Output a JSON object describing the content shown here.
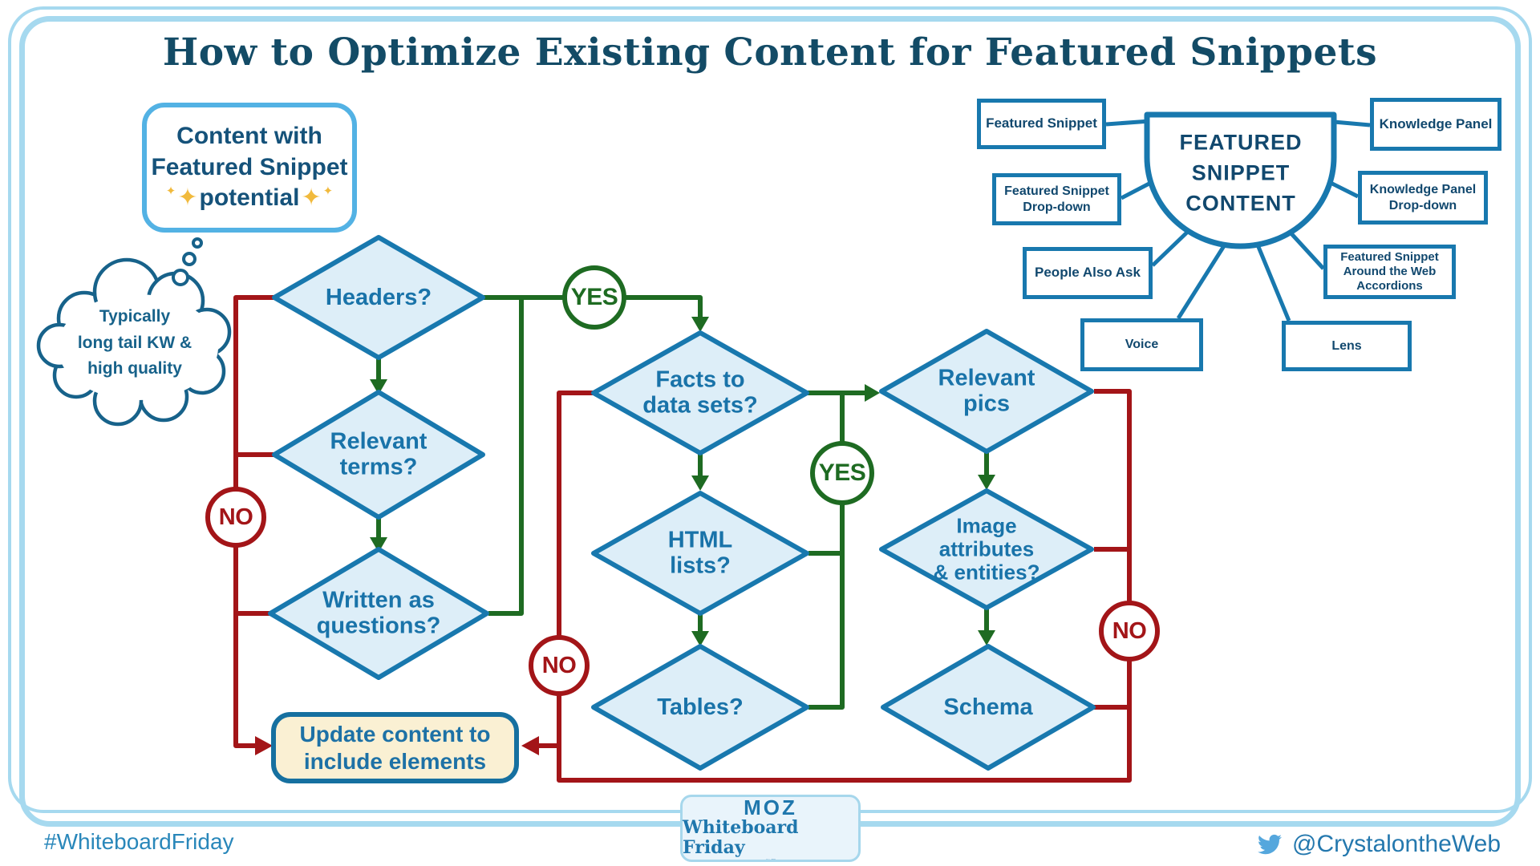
{
  "title": "How to Optimize Existing Content for Featured Snippets",
  "start_note": {
    "line1": "Content with",
    "line2": "Featured Snippet",
    "word": "potential",
    "sparkle_big": "✦",
    "sparkle_small": "✦"
  },
  "cloud_note": "Typically\nlong tail KW &\nhigh quality",
  "decisions": {
    "headers": "Headers?",
    "relevant_terms": "Relevant\nterms?",
    "written_as_questions": "Written as\nquestions?",
    "facts_to_data_sets": "Facts to\ndata sets?",
    "html_lists": "HTML\nlists?",
    "tables": "Tables?",
    "relevant_pics": "Relevant\npics",
    "image_attributes": "Image\nattributes\n& entities?",
    "schema": "Schema"
  },
  "branch_labels": {
    "yes": "YES",
    "no": "NO"
  },
  "update_box": {
    "line1": "Update content to",
    "emphasis": "include",
    "rest": " elements"
  },
  "mindmap": {
    "center": "FEATURED\nSNIPPET\nCONTENT",
    "featured_snippet": "Featured Snippet",
    "knowledge_panel": "Knowledge Panel",
    "featured_snippet_dropdown": "Featured Snippet\nDrop-down",
    "knowledge_panel_dropdown": "Knowledge Panel\nDrop-down",
    "people_also_ask": "People Also Ask",
    "around_the_web_accordions": "Featured Snippet\nAround the Web\nAccordions",
    "voice": "Voice",
    "lens": "Lens"
  },
  "footer": {
    "hashtag": "#WhiteboardFriday",
    "brand": "MOZ",
    "series": "Whiteboard Friday",
    "handle": "@CrystalontheWeb"
  },
  "colors": {
    "diagram_blue": "#1878ae",
    "diamond_fill": "#ddeef8",
    "yes_green": "#1e6b22",
    "no_red": "#a31518",
    "navy_text": "#11486e",
    "note_border_blue": "#53b2e4",
    "cream_fill": "#faf0d3",
    "sparkle_gold": "#f1ba3d",
    "frame_blue": "#a6d9ef",
    "footer_blue": "#2987ba",
    "twitter_blue": "#55a7dd"
  }
}
